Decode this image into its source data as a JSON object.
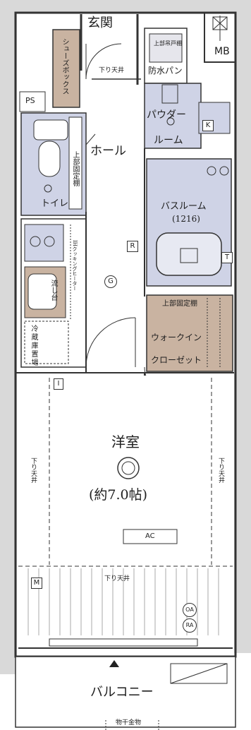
{
  "labels": {
    "entrance": "玄関",
    "mb": "MB",
    "shoes_box": "シューズボックス",
    "ps": "PS",
    "down_ceiling_entry": "下り天井",
    "washer_pan": "防水パン",
    "washer_shelf_note": "上部吊戸棚",
    "hall": "ホール",
    "powder_room_1": "パウダー",
    "powder_room_2": "ルーム",
    "toilet_shelf": "上部固定棚",
    "toilet": "トイレ",
    "bath_1": "バスルーム",
    "bath_2": "(1216)",
    "kitchen_note": "IHクッキングヒーター",
    "sink": "流し台",
    "fridge": "冷蔵庫置場",
    "wic_shelf": "上部固定棚",
    "wic_1": "ウォークイン",
    "wic_2": "クローゼット",
    "room": "洋室",
    "room_size": "(約7.0帖)",
    "down_ceiling_left": "下り天井",
    "down_ceiling_right": "下り天井",
    "down_ceiling_bottom": "下り天井",
    "ac": "AC",
    "balcony": "バルコニー",
    "laundry_hardware": "物干金物"
  },
  "symbols": {
    "r_box": "R",
    "g_circle": "G",
    "i_box": "I",
    "m_box": "M",
    "k_box": "K",
    "t_box": "T",
    "oa": "OA",
    "ra": "RA"
  }
}
